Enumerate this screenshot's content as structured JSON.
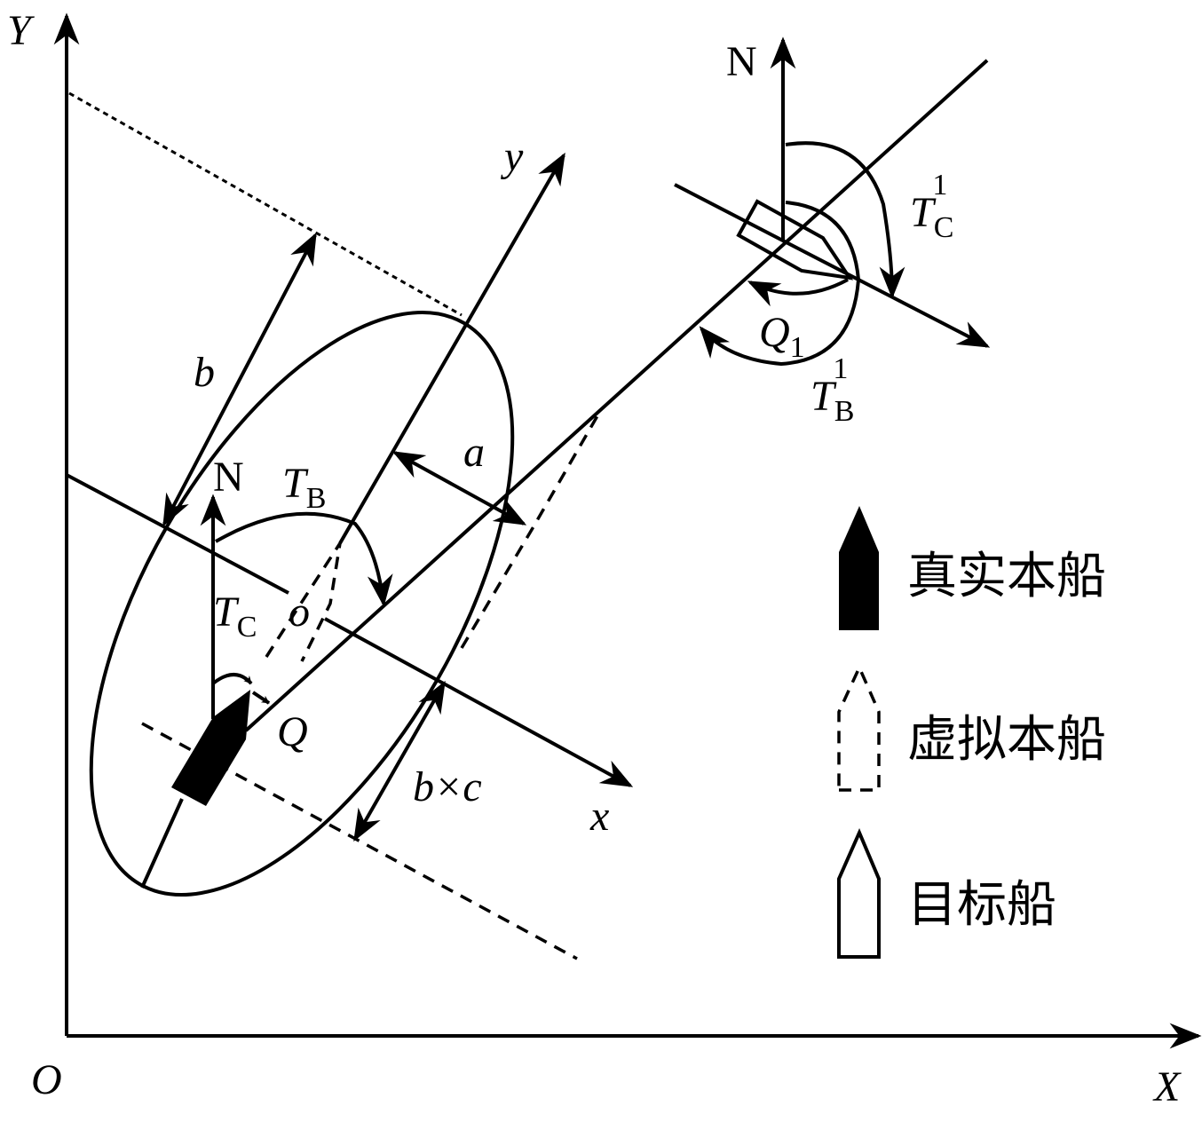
{
  "axes": {
    "x_label": "X",
    "y_label": "Y",
    "origin_label": "O"
  },
  "ellipse_axes": {
    "x_label": "x",
    "y_label": "y",
    "center_label": "o"
  },
  "own_ship": {
    "north_label": "N",
    "tb_main": "T",
    "tb_sub": "B",
    "tc_main": "T",
    "tc_sub": "C",
    "q_label": "Q"
  },
  "dimensions": {
    "a_label": "a",
    "b_label": "b",
    "bc_label": "b×c"
  },
  "target_ship": {
    "north_label": "N",
    "tc_main": "T",
    "tc_sub": "C",
    "tc_sup": "1",
    "tb_main": "T",
    "tb_sub": "B",
    "tb_sup": "1",
    "q_main": "Q",
    "q_sub": "1"
  },
  "legend": [
    {
      "label": "真实本船",
      "icon": "filled-ship-icon"
    },
    {
      "label": "虚拟本船",
      "icon": "dashed-ship-icon"
    },
    {
      "label": "目标船",
      "icon": "outline-ship-icon"
    }
  ]
}
